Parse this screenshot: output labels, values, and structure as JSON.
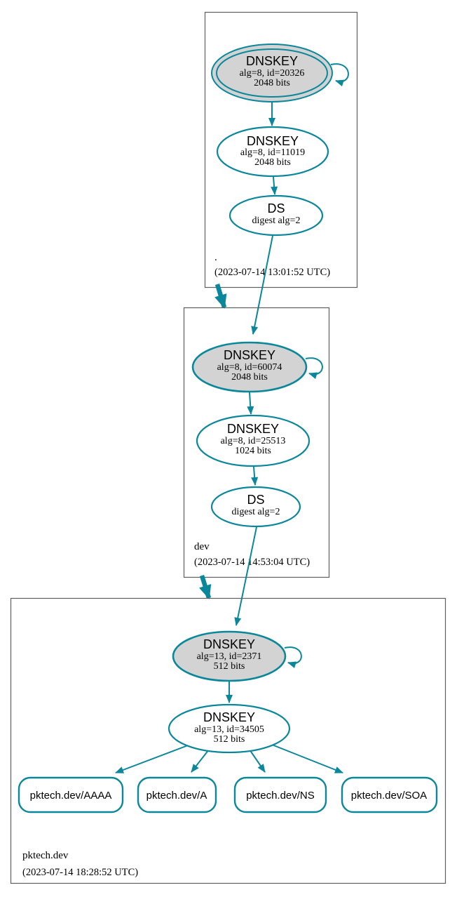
{
  "palette": {
    "edge_secure": "#0a879a",
    "ksk_fill": "#d3d3d3",
    "node_fill": "#ffffff",
    "zone_border": "#5e5e5e",
    "text": "#000000"
  },
  "zones": [
    {
      "name": ".",
      "timestamp": "(2023-07-14 13:01:52 UTC)",
      "ksk": {
        "type": "ksk",
        "title": "DNSKEY",
        "detail": "alg=8, id=20326",
        "bits": "2048 bits"
      },
      "zsk": {
        "type": "zsk",
        "title": "DNSKEY",
        "detail": "alg=8, id=11019",
        "bits": "2048 bits"
      },
      "ds": {
        "type": "ds",
        "title": "DS",
        "detail": "digest alg=2"
      }
    },
    {
      "name": "dev",
      "timestamp": "(2023-07-14 14:53:04 UTC)",
      "ksk": {
        "type": "ksk",
        "title": "DNSKEY",
        "detail": "alg=8, id=60074",
        "bits": "2048 bits"
      },
      "zsk": {
        "type": "zsk",
        "title": "DNSKEY",
        "detail": "alg=8, id=25513",
        "bits": "1024 bits"
      },
      "ds": {
        "type": "ds",
        "title": "DS",
        "detail": "digest alg=2"
      }
    },
    {
      "name": "pktech.dev",
      "timestamp": "(2023-07-14 18:28:52 UTC)",
      "ksk": {
        "type": "ksk",
        "title": "DNSKEY",
        "detail": "alg=13, id=2371",
        "bits": "512 bits"
      },
      "zsk": {
        "type": "zsk",
        "title": "DNSKEY",
        "detail": "alg=13, id=34505",
        "bits": "512 bits"
      },
      "rrsets": [
        {
          "label": "pktech.dev/AAAA"
        },
        {
          "label": "pktech.dev/A"
        },
        {
          "label": "pktech.dev/NS"
        },
        {
          "label": "pktech.dev/SOA"
        }
      ]
    }
  ]
}
